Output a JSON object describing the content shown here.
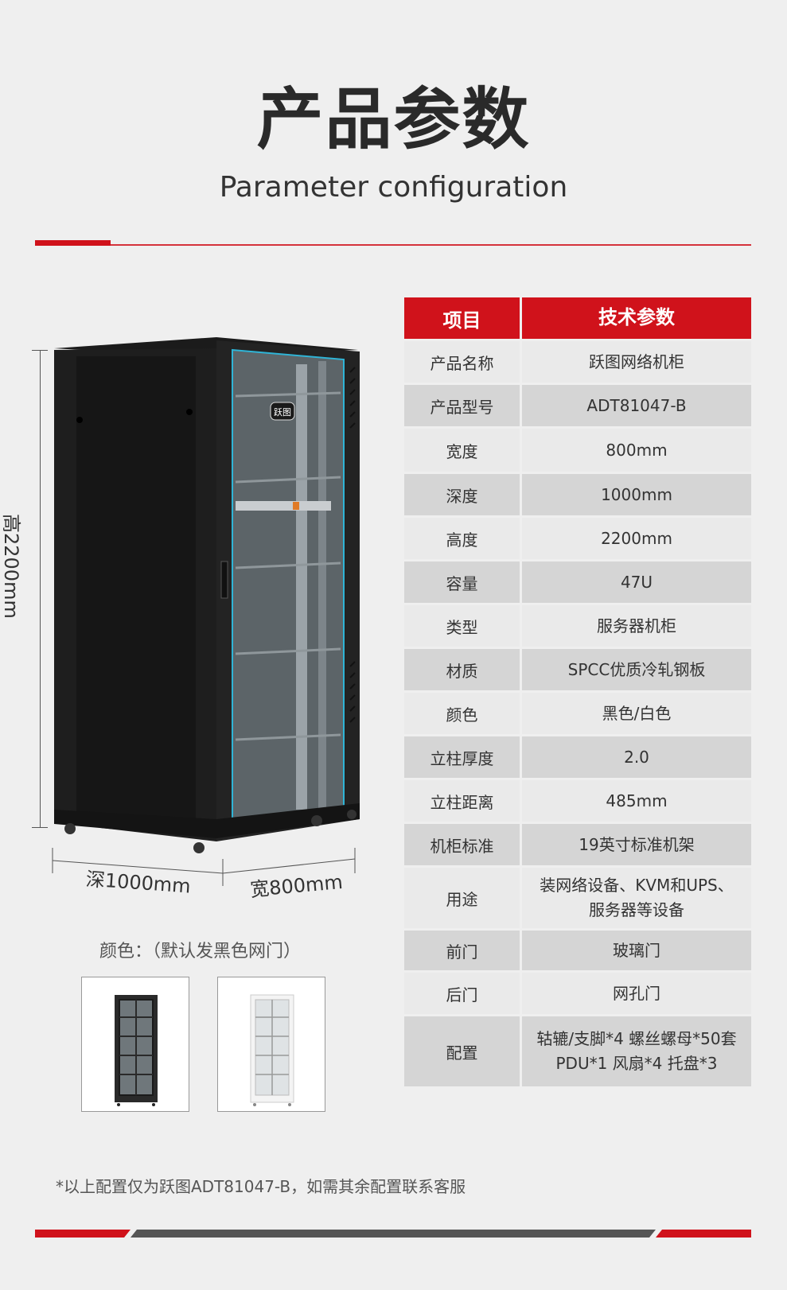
{
  "header": {
    "title_cn": "产品参数",
    "title_en": "Parameter configuration"
  },
  "spec_table": {
    "header": [
      "项目",
      "技术参数"
    ],
    "rows": [
      {
        "label": "产品名称",
        "value": "跃图网络机柜"
      },
      {
        "label": "产品型号",
        "value": "ADT81047-B"
      },
      {
        "label": "宽度",
        "value": "800mm"
      },
      {
        "label": "深度",
        "value": "1000mm"
      },
      {
        "label": "高度",
        "value": "2200mm"
      },
      {
        "label": "容量",
        "value": "47U"
      },
      {
        "label": "类型",
        "value": "服务器机柜"
      },
      {
        "label": "材质",
        "value": "SPCC优质冷轧钢板"
      },
      {
        "label": "颜色",
        "value": "黑色/白色"
      },
      {
        "label": "立柱厚度",
        "value": "2.0"
      },
      {
        "label": "立柱距离",
        "value": "485mm"
      },
      {
        "label": "机柜标准",
        "value": "19英寸标准机架"
      },
      {
        "label": "用途",
        "value": "装网络设备、KVM和UPS、",
        "value2": "服务器等设备"
      },
      {
        "label": "前门",
        "value": "玻璃门"
      },
      {
        "label": "后门",
        "value": "网孔门"
      },
      {
        "label": "配置",
        "value": "轱辘/支脚*4 螺丝螺母*50套",
        "value2": "PDU*1 风扇*4  托盘*3"
      }
    ]
  },
  "dimensions": {
    "height_label": "高2200mm",
    "depth_label": "深1000mm",
    "width_label": "宽800mm"
  },
  "product": {
    "logo_text": "跃图"
  },
  "colors_section": {
    "label": "颜色：（默认发黑色网门）"
  },
  "footnote": "*以上配置仅为跃图ADT81047-B，如需其余配置联系客服",
  "theme": {
    "accent": "#d0121b",
    "background": "#efefef",
    "bar_gray": "#555555"
  }
}
